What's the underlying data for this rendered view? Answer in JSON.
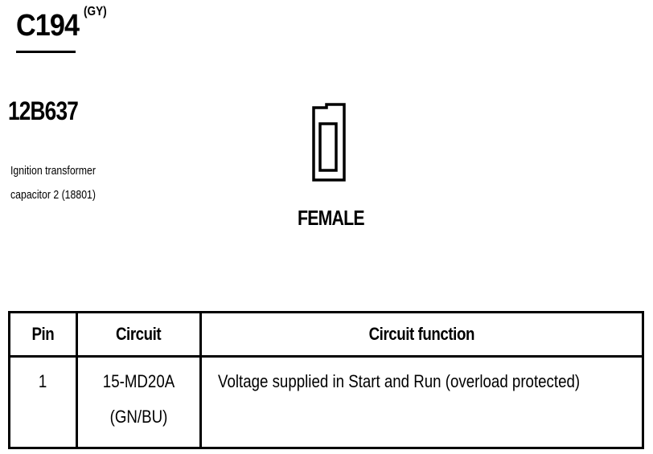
{
  "connector": {
    "id": "C194",
    "color_code": "(GY)",
    "part_number": "12B637",
    "description_lines": [
      "Ignition transformer",
      "capacitor 2 (18801)"
    ],
    "gender": "FEMALE"
  },
  "table": {
    "headers": {
      "pin": "Pin",
      "circuit": "Circuit",
      "function": "Circuit function"
    },
    "rows": [
      {
        "pin": "1",
        "circuit_line1": "15-MD20A",
        "circuit_line2": "(GN/BU)",
        "function": "Voltage supplied in Start and Run (overload protected)"
      }
    ]
  },
  "icons": {
    "connector_face": "single-pin-female-connector-icon"
  }
}
